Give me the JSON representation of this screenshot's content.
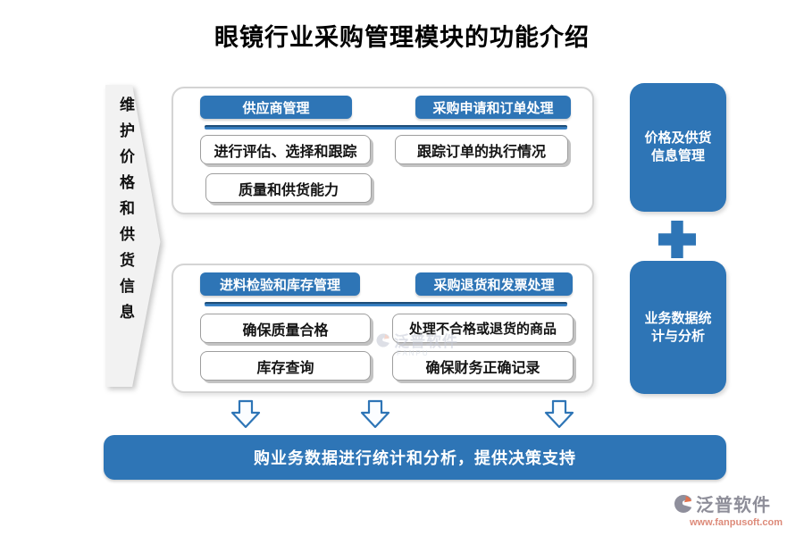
{
  "title": "眼镜行业采购管理模块的功能介绍",
  "left_banner": {
    "text": "维护价格和供货信息"
  },
  "groups": [
    {
      "columns": [
        {
          "label": "供应商管理",
          "items": [
            "进行评估、选择和跟踪",
            "质量和供货能力"
          ]
        },
        {
          "label": "采购申请和订单处理",
          "items": [
            "跟踪订单的执行情况"
          ]
        }
      ]
    },
    {
      "columns": [
        {
          "label": "进料检验和库存管理",
          "items": [
            "确保质量合格",
            "库存查询"
          ]
        },
        {
          "label": "采购退货和发票处理",
          "items": [
            "处理不合格或退货的商品",
            "确保财务正确记录"
          ]
        }
      ]
    }
  ],
  "right_boxes": [
    {
      "lines": [
        "价格及供货",
        "信息管理"
      ]
    },
    {
      "lines": [
        "业务数据统",
        "计与分析"
      ]
    }
  ],
  "banner": {
    "text": "购业务数据进行统计和分析，提供决策支持"
  },
  "watermark": {
    "name": "泛普软件",
    "sub": "FANPU"
  },
  "footer_logo": {
    "name": "泛普软件",
    "url": "www.fanpusoft.com"
  },
  "icons": {
    "down_arrow": "down-arrow-icon",
    "plus": "plus-icon",
    "logo": "fanpu-logo-icon"
  },
  "colors": {
    "accent_blue": "#2E75B6",
    "divider_dark": "#1F4E79",
    "item_border": "#9E9E9E",
    "left_shape_fill": "#F2F2F2",
    "logo_gray": "#8F8F9C",
    "logo_orange": "#E2724E",
    "url_salmon": "#DD8A79",
    "watermark_gray": "#C7CCD8"
  }
}
